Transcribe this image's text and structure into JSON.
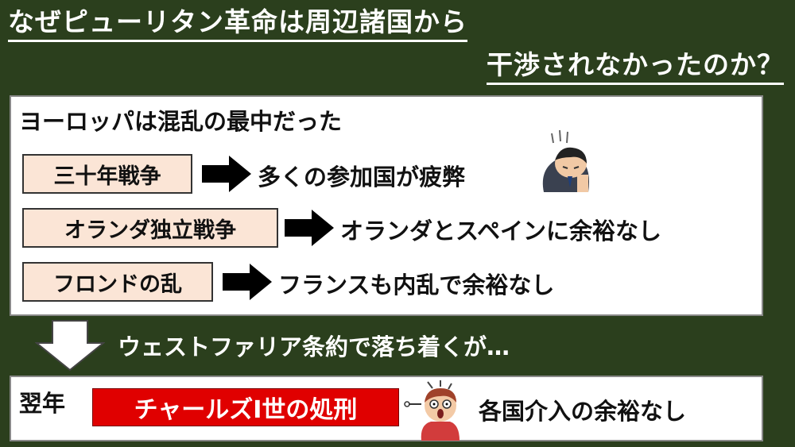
{
  "title": {
    "line1": "なぜピューリタン革命は周辺諸国から",
    "line2": "干渉されなかったのか？"
  },
  "main_panel": {
    "heading": "ヨーロッパは混乱の最中だった",
    "rows": [
      {
        "label": "三十年戦争",
        "result": "多くの参加国が疲弊"
      },
      {
        "label": "オランダ独立戦争",
        "result": "オランダとスペインに余裕なし"
      },
      {
        "label": "フロンドの乱",
        "result": "フランスも内乱で余裕なし"
      }
    ]
  },
  "transition_text": "ウェストファリア条約で落ち着くが…",
  "bottom_panel": {
    "year_label": "翌年",
    "event": "チャールズⅠ世の処刑",
    "result": "各国介入の余裕なし"
  },
  "colors": {
    "background": "#2b3f1d",
    "label_fill": "#fbe5d6",
    "event_fill": "#e00000"
  },
  "icons": [
    "exhausted-person-icon",
    "shocked-person-icon",
    "right-arrow-icon",
    "down-arrow-icon"
  ]
}
